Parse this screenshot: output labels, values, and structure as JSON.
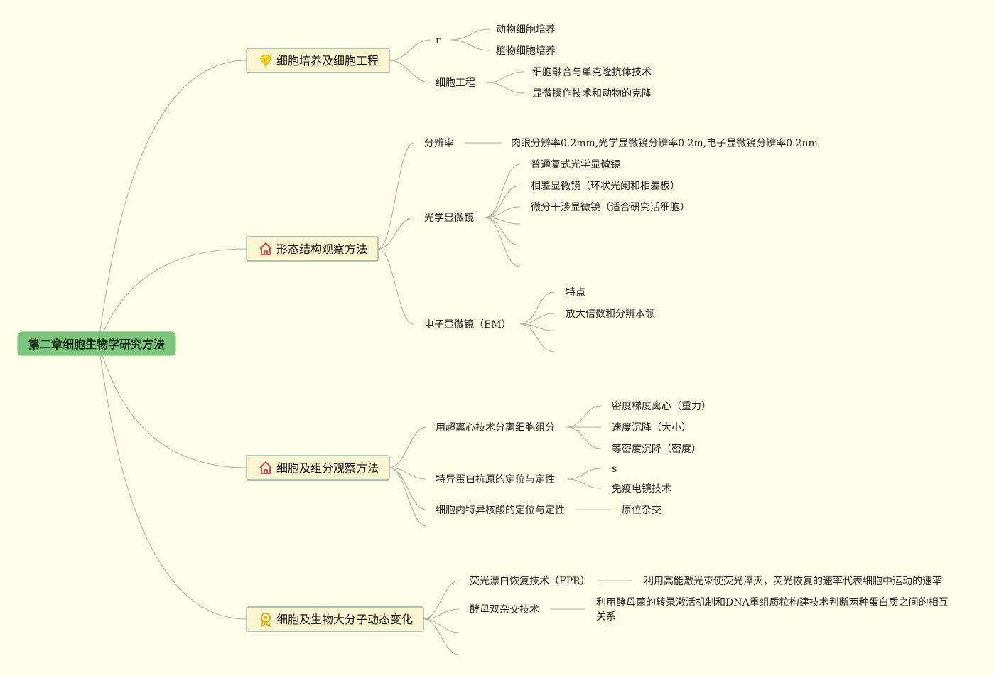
{
  "root": {
    "label": "第二章细胞生物学研究方法"
  },
  "topics": [
    {
      "id": "t1",
      "label": "细胞培养及细胞工程",
      "icon": "diamond-icon",
      "children": [
        {
          "id": "t1c1",
          "label": "r",
          "children": [
            {
              "id": "t1c1a",
              "label": "动物细胞培养"
            },
            {
              "id": "t1c1b",
              "label": "植物细胞培养"
            }
          ]
        },
        {
          "id": "t1c2",
          "label": "细胞工程",
          "children": [
            {
              "id": "t1c2a",
              "label": "细胞融合与单克隆抗体技术"
            },
            {
              "id": "t1c2b",
              "label": "显微操作技术和动物的克隆"
            }
          ]
        }
      ]
    },
    {
      "id": "t2",
      "label": "形态结构观察方法",
      "icon": "house-icon",
      "children": [
        {
          "id": "t2c1",
          "label": "分辨率",
          "children": [
            {
              "id": "t2c1a",
              "label": "肉眼分辨率0.2mm,光学显微镜分辨率0.2m,电子显微镜分辨率0.2nm"
            }
          ]
        },
        {
          "id": "t2c2",
          "label": "光学显微镜",
          "children": [
            {
              "id": "t2c2a",
              "label": "普通复式光学显微镜"
            },
            {
              "id": "t2c2b",
              "label": "相差显微镜（环状光阑和相差板）"
            },
            {
              "id": "t2c2c",
              "label": "微分干涉显微镜（适合研究活细胞）"
            },
            {
              "id": "t2c2d",
              "label": ""
            },
            {
              "id": "t2c2e",
              "label": ""
            },
            {
              "id": "t2c2f",
              "label": ""
            }
          ]
        },
        {
          "id": "t2c3",
          "label": "电子显微镜（EM）",
          "children": [
            {
              "id": "t2c3a",
              "label": "特点"
            },
            {
              "id": "t2c3b",
              "label": "放大倍数和分辨本领"
            },
            {
              "id": "t2c3c",
              "label": ""
            },
            {
              "id": "t2c3d",
              "label": ""
            }
          ]
        }
      ]
    },
    {
      "id": "t3",
      "label": "细胞及组分观察方法",
      "icon": "house-icon",
      "children": [
        {
          "id": "t3c1",
          "label": "用超离心技术分离细胞组分",
          "children": [
            {
              "id": "t3c1a",
              "label": "密度梯度离心（重力）"
            },
            {
              "id": "t3c1b",
              "label": "速度沉降（大小）"
            },
            {
              "id": "t3c1c",
              "label": "等密度沉降（密度）"
            }
          ]
        },
        {
          "id": "t3c2",
          "label": "特异蛋白抗原的定位与定性",
          "children": [
            {
              "id": "t3c2a",
              "label": "s"
            },
            {
              "id": "t3c2b",
              "label": "免疫电镜技术"
            }
          ]
        },
        {
          "id": "t3c3",
          "label": "细胞内特异核酸的定位与定性",
          "children": [
            {
              "id": "t3c3a",
              "label": "原位杂交"
            }
          ]
        },
        {
          "id": "t3c4",
          "label": ""
        }
      ]
    },
    {
      "id": "t4",
      "label": "细胞及生物大分子动态变化",
      "icon": "award-icon",
      "children": [
        {
          "id": "t4c1",
          "label": "荧光漂白恢复技术（FPR）",
          "children": [
            {
              "id": "t4c1a",
              "label": "利用高能激光束使荧光淬灭，荧光恢复的速率代表细胞中运动的速率"
            }
          ]
        },
        {
          "id": "t4c2",
          "label": "酵母双杂交技术",
          "children": [
            {
              "id": "t4c2a",
              "label": "利用酵母菌的转录激活机制和DNA重组质粒构建技术判断两种蛋白质之间的相互",
              "label_line2": "关系"
            }
          ]
        },
        {
          "id": "t4c3",
          "label": ""
        },
        {
          "id": "t4c4",
          "label": ""
        }
      ]
    }
  ]
}
